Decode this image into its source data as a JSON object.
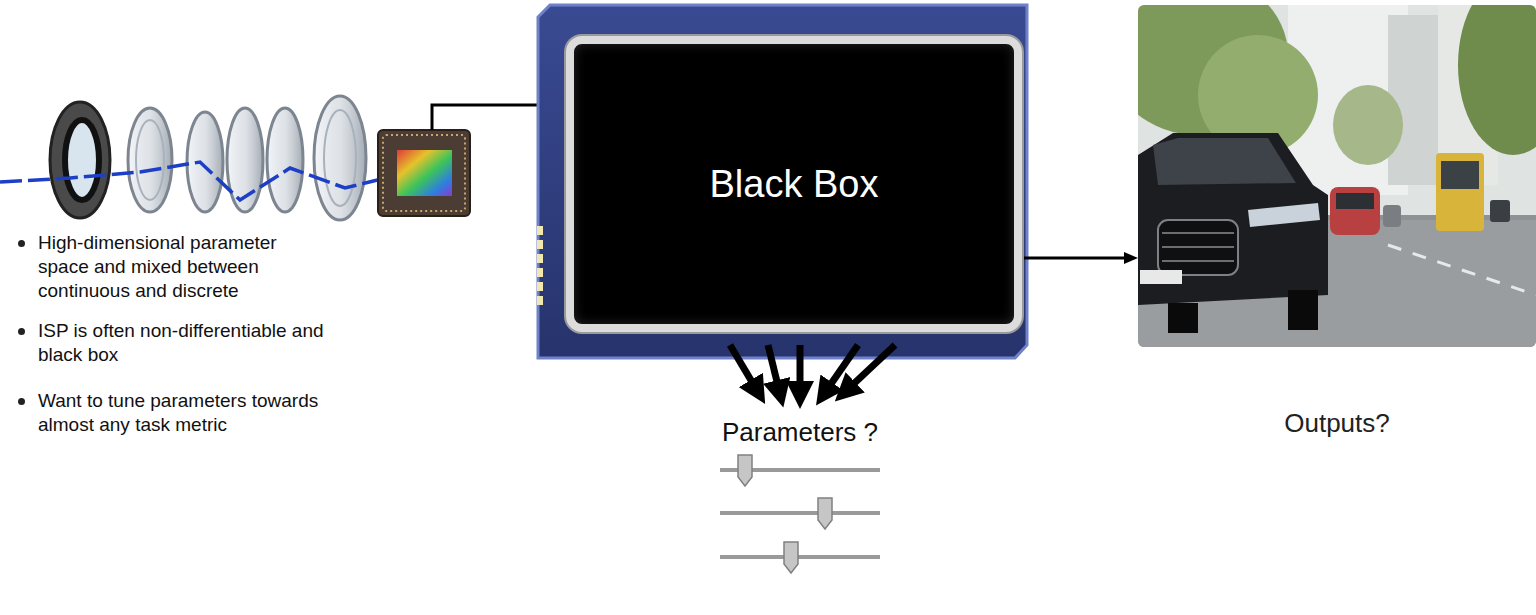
{
  "diagram": {
    "nodes": [
      {
        "text": [
          "Black Box"
        ]
      },
      {
        "text": [
          "Outputs?"
        ]
      }
    ],
    "edges": [
      {
        "from": 0,
        "to": 1,
        "arrow": "to"
      }
    ],
    "labels": [
      "High-dimensional parameter space and mixed between continuous and discrete",
      "ISP is often non-differentiable and black box",
      "Want to tune parameters towards almost any task metric",
      "Parameters ?"
    ]
  }
}
